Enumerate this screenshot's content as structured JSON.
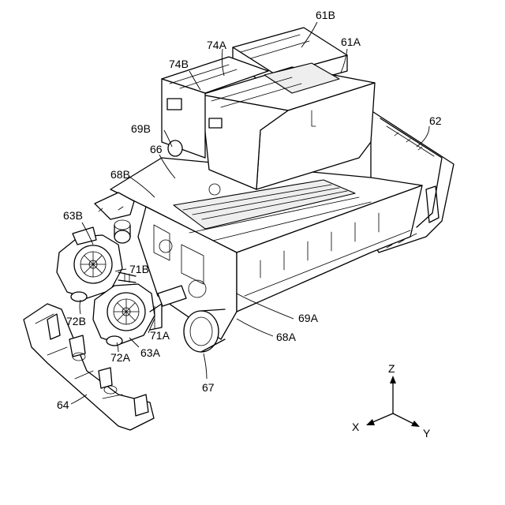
{
  "labels": {
    "r61B": "61B",
    "r61A": "61A",
    "r74A": "74A",
    "r74B": "74B",
    "r62": "62",
    "r69B": "69B",
    "r66": "66",
    "r68B": "68B",
    "r63B": "63B",
    "r71B": "71B",
    "r72B": "72B",
    "r71A": "71A",
    "r72A": "72A",
    "r63A": "63A",
    "r69A": "69A",
    "r68A": "68A",
    "r67": "67",
    "r64": "64"
  },
  "axes": {
    "z": "Z",
    "x": "X",
    "y": "Y"
  }
}
